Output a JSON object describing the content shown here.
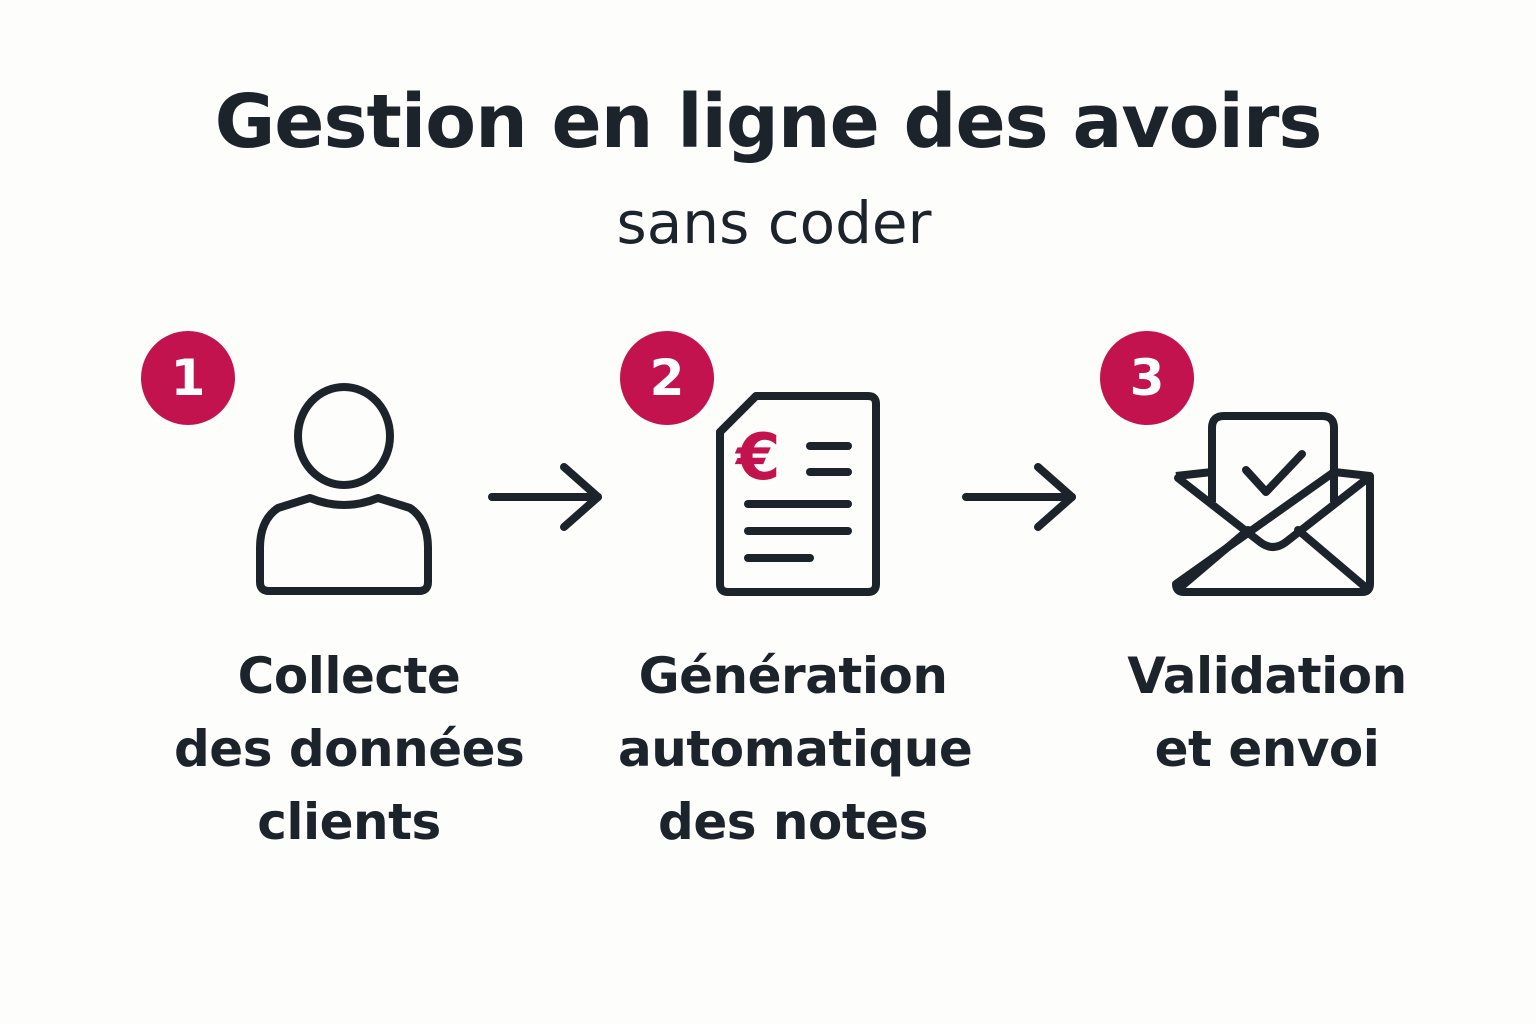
{
  "title": "Gestion en ligne des avoirs",
  "subtitle": "sans coder",
  "colors": {
    "accent": "#c2134f",
    "ink": "#1d232b",
    "background": "#fdfdfc"
  },
  "steps": [
    {
      "number": "1",
      "icon": "person-icon",
      "label_lines": [
        "Collecte",
        "des données",
        "clients"
      ]
    },
    {
      "number": "2",
      "icon": "invoice-document-icon",
      "icon_symbol": "€",
      "label_lines": [
        "Génération",
        "automatique",
        "des notes"
      ]
    },
    {
      "number": "3",
      "icon": "envelope-check-icon",
      "label_lines": [
        "Validation",
        "et envoi"
      ]
    }
  ]
}
